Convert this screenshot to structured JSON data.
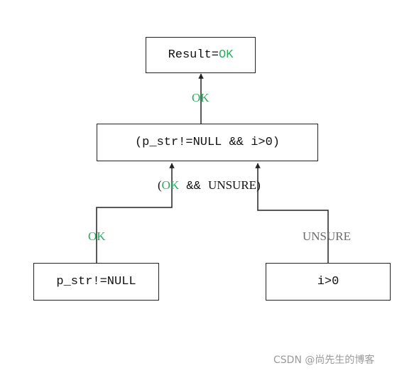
{
  "colors": {
    "ok": "#2eaa60",
    "unsure": "#6a6a6a",
    "line": "#222222"
  },
  "nodes": {
    "result": {
      "prefix": "Result=",
      "value": "OK"
    },
    "and": {
      "text": "(p_str!=NULL && i>0)"
    },
    "left": {
      "text": "p_str!=NULL"
    },
    "right": {
      "text": "i>0"
    }
  },
  "edges": {
    "top": {
      "label": "OK"
    },
    "combined": {
      "open": "(",
      "ok": "OK",
      "mid": " && ",
      "unsure": "UNSURE",
      "close": ")"
    },
    "left": {
      "label": "OK"
    },
    "right": {
      "label": "UNSURE"
    }
  },
  "watermark": "CSDN @尚先生的博客"
}
